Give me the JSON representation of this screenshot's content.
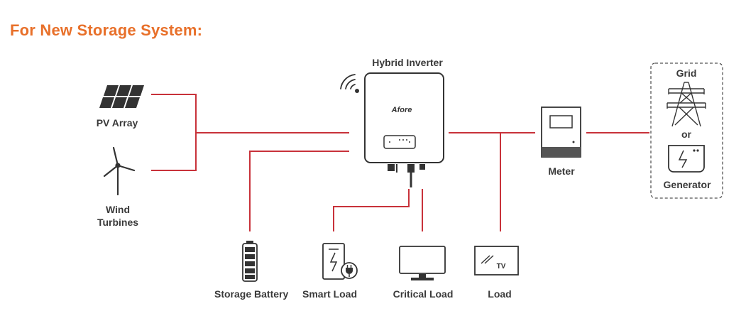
{
  "title": "For New Storage System:",
  "labels": {
    "pv_array": "PV Array",
    "wind_line1": "Wind",
    "wind_line2": "Turbines",
    "hybrid_inverter": "Hybrid Inverter",
    "inverter_brand": "Afore",
    "meter": "Meter",
    "grid": "Grid",
    "or": "or",
    "generator": "Generator",
    "storage_battery": "Storage Battery",
    "smart_load": "Smart Load",
    "critical_load": "Critical Load",
    "load": "Load",
    "tv": "TV"
  },
  "colors": {
    "accent": "#e8702a",
    "wire": "#c8323a",
    "icon": "#333333",
    "text": "#3a3a3a"
  },
  "icons": [
    "solar-panel-icon",
    "wind-turbine-icon",
    "wifi-icon",
    "inverter-icon",
    "meter-icon",
    "transmission-tower-icon",
    "generator-icon",
    "battery-icon",
    "smart-load-icon",
    "critical-load-monitor-icon",
    "tv-icon"
  ]
}
